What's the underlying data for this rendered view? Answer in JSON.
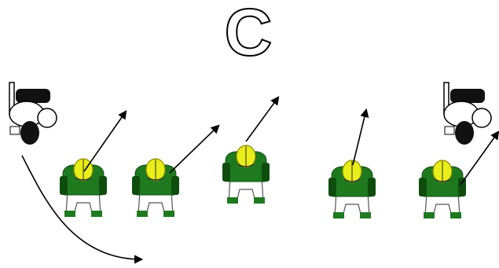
{
  "diagram": {
    "center_label": "C",
    "colors": {
      "player_jersey": "#1f7a1f",
      "player_jersey_dark": "#0f4d0f",
      "player_helmet": "#e8ee1a",
      "player_pants": "#ffffff",
      "defender_dark": "#111111",
      "arrow": "#000000"
    },
    "players": [
      {
        "role": "lineman",
        "icon": "green-lineman-icon"
      },
      {
        "role": "lineman",
        "icon": "green-lineman-icon"
      },
      {
        "role": "center",
        "icon": "green-center-icon"
      },
      {
        "role": "lineman",
        "icon": "green-lineman-icon"
      },
      {
        "role": "lineman",
        "icon": "green-lineman-icon"
      }
    ],
    "defenders": [
      {
        "side": "left",
        "icon": "defender-left-icon"
      },
      {
        "side": "right",
        "icon": "defender-right-icon"
      }
    ]
  }
}
